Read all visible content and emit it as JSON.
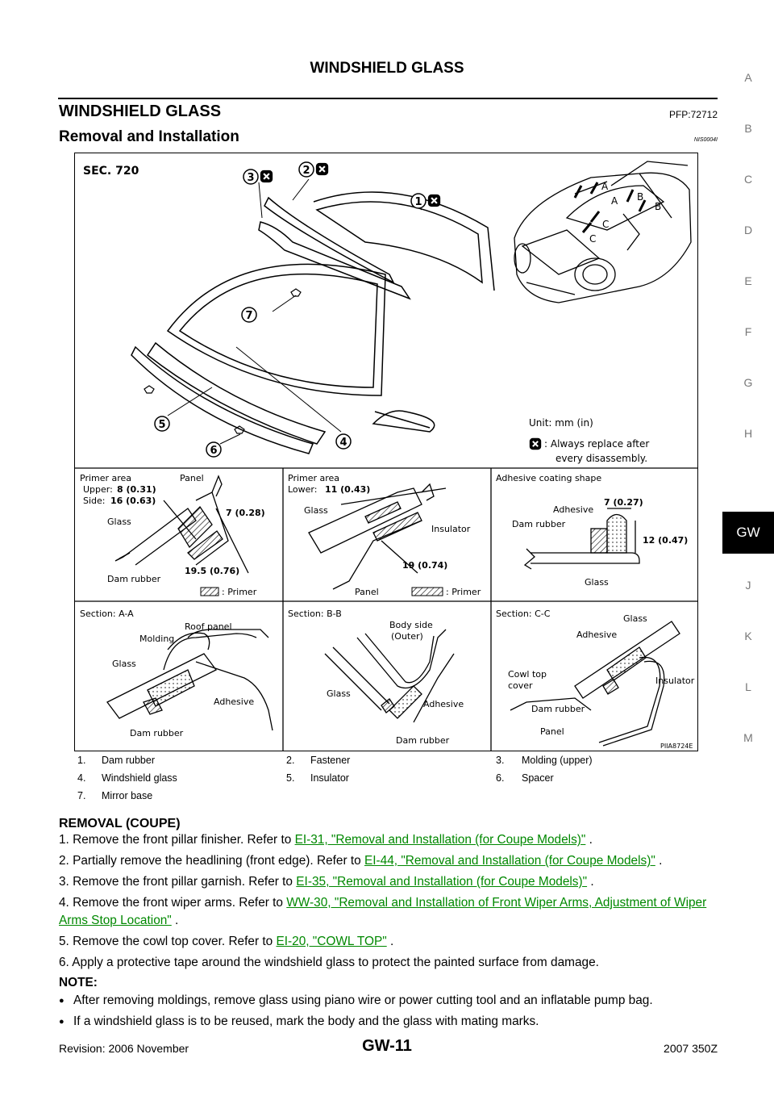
{
  "header": {
    "running_title": "WINDSHIELD GLASS"
  },
  "section": {
    "title": "WINDSHIELD GLASS",
    "pfp": "PFP:72712"
  },
  "subsection": {
    "title": "Removal and Installation",
    "code": "NIS0004I"
  },
  "side_index": {
    "letters": [
      "A",
      "B",
      "C",
      "D",
      "E",
      "F",
      "G",
      "H",
      "GW",
      "J",
      "K",
      "L",
      "M"
    ],
    "active": "GW"
  },
  "figure": {
    "sec": "SEC. 720",
    "callouts": [
      "1",
      "2",
      "3",
      "4",
      "5",
      "6",
      "7"
    ],
    "car_labels": [
      "A",
      "A",
      "B",
      "B",
      "C",
      "C"
    ],
    "unit": "Unit: mm (in)",
    "replace_note_1": ": Always replace after",
    "replace_note_2": "every disassembly.",
    "panel1": {
      "title": "Primer area",
      "upper_label": "Upper:",
      "upper_value": "8 (0.31)",
      "side_label": "Side:",
      "side_value": "16 (0.63)",
      "panel": "Panel",
      "glass": "Glass",
      "dim1": "7 (0.28)",
      "dam": "Dam rubber",
      "dim2": "19.5 (0.76)",
      "primer": ": Primer"
    },
    "panel2": {
      "title": "Primer area",
      "lower_label": "Lower:",
      "lower_value": "11 (0.43)",
      "glass": "Glass",
      "insulator": "Insulator",
      "dim": "19 (0.74)",
      "panel": "Panel",
      "primer": ": Primer"
    },
    "panel3": {
      "title": "Adhesive coating shape",
      "adhesive": "Adhesive",
      "dim1": "7 (0.27)",
      "dam": "Dam rubber",
      "dim2": "12 (0.47)",
      "glass": "Glass"
    },
    "panel4": {
      "title": "Section: A-A",
      "roof": "Roof panel",
      "molding": "Molding",
      "glass": "Glass",
      "adhesive": "Adhesive",
      "dam": "Dam rubber"
    },
    "panel5": {
      "title": "Section: B-B",
      "body1": "Body side",
      "body2": "(Outer)",
      "glass": "Glass",
      "adhesive": "Adhesive",
      "dam": "Dam rubber"
    },
    "panel6": {
      "title": "Section: C-C",
      "glass": "Glass",
      "adhesive": "Adhesive",
      "cowl1": "Cowl top",
      "cowl2": "cover",
      "insulator": "Insulator",
      "dam": "Dam rubber",
      "panel": "Panel"
    },
    "code": "PIIA8724E"
  },
  "legend": [
    [
      "1.",
      "Dam rubber",
      "2.",
      "Fastener",
      "3.",
      "Molding (upper)"
    ],
    [
      "4.",
      "Windshield glass",
      "5.",
      "Insulator",
      "6.",
      "Spacer"
    ],
    [
      "7.",
      "Mirror base",
      "",
      "",
      "",
      ""
    ]
  ],
  "removal": {
    "title": "REMOVAL (COUPE)",
    "steps": [
      {
        "text": "1. Remove the front pillar finisher. Refer to ",
        "link": "EI-31, \"Removal and Installation (for Coupe Models)\"",
        "tail": " ."
      },
      {
        "text": "2. Partially remove the headlining (front edge). Refer to ",
        "link": "EI-44, \"Removal and Installation (for Coupe Models)\"",
        "tail": " ."
      },
      {
        "text": "3. Remove the front pillar garnish. Refer to ",
        "link": "EI-35, \"Removal and Installation (for Coupe Models)\"",
        "tail": " ."
      },
      {
        "text": "4. Remove the front wiper arms. Refer to ",
        "link": "WW-30, \"Removal and Installation of Front Wiper Arms, Adjustment of Wiper Arms Stop Location\"",
        "tail": " ."
      },
      {
        "text": "5. Remove the cowl top cover. Refer to ",
        "link": "EI-20, \"COWL TOP\"",
        "tail": " ."
      },
      {
        "text": "6. Apply a protective tape around the windshield glass to protect the painted surface from damage.",
        "link": "",
        "tail": ""
      }
    ],
    "note_title": "NOTE:",
    "notes": [
      "After removing moldings, remove glass using piano wire or power cutting tool and an inflatable pump bag.",
      "If a windshield glass is to be reused, mark the body and the glass with mating marks."
    ]
  },
  "footer": {
    "revision": "Revision: 2006 November",
    "page": "GW-11",
    "model": "2007 350Z"
  }
}
